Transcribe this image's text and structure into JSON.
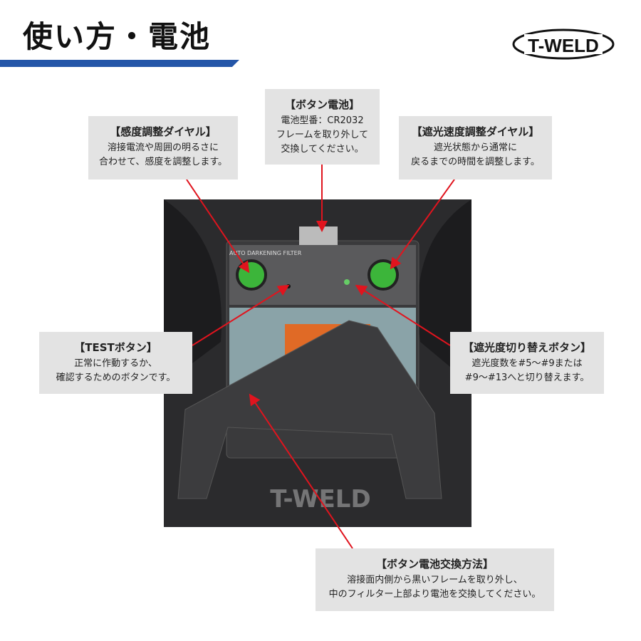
{
  "header": {
    "title": "使い方・電池",
    "logo": "T-WELD",
    "accent_color": "#2456a8"
  },
  "photo": {
    "label_filter": "AUTO DARKENING FILTER",
    "watermark": "T-WELD"
  },
  "callouts": {
    "sensitivity": {
      "title": "【感度調整ダイヤル】",
      "lines": [
        "溶接電流や周囲の明るさに",
        "合わせて、感度を調整します。"
      ]
    },
    "battery": {
      "title": "【ボタン電池】",
      "lines": [
        "電池型番：CR2032",
        "フレームを取り外して",
        "交換してください。"
      ]
    },
    "delay": {
      "title": "【遮光速度調整ダイヤル】",
      "lines": [
        "遮光状態から通常に",
        "戻るまでの時間を調整します。"
      ]
    },
    "test": {
      "title": "【TESTボタン】",
      "lines": [
        "正常に作動するか、",
        "確認するためのボタンです。"
      ]
    },
    "shade": {
      "title": "【遮光度切り替えボタン】",
      "lines": [
        "遮光度数を#5～#9または",
        "#9～#13へと切り替えます。"
      ]
    },
    "replace": {
      "title": "【ボタン電池交換方法】",
      "lines": [
        "溶接面内側から黒いフレームを取り外し、",
        "中のフィルター上部より電池を交換してください。"
      ]
    }
  },
  "line_color": "#e0141e"
}
